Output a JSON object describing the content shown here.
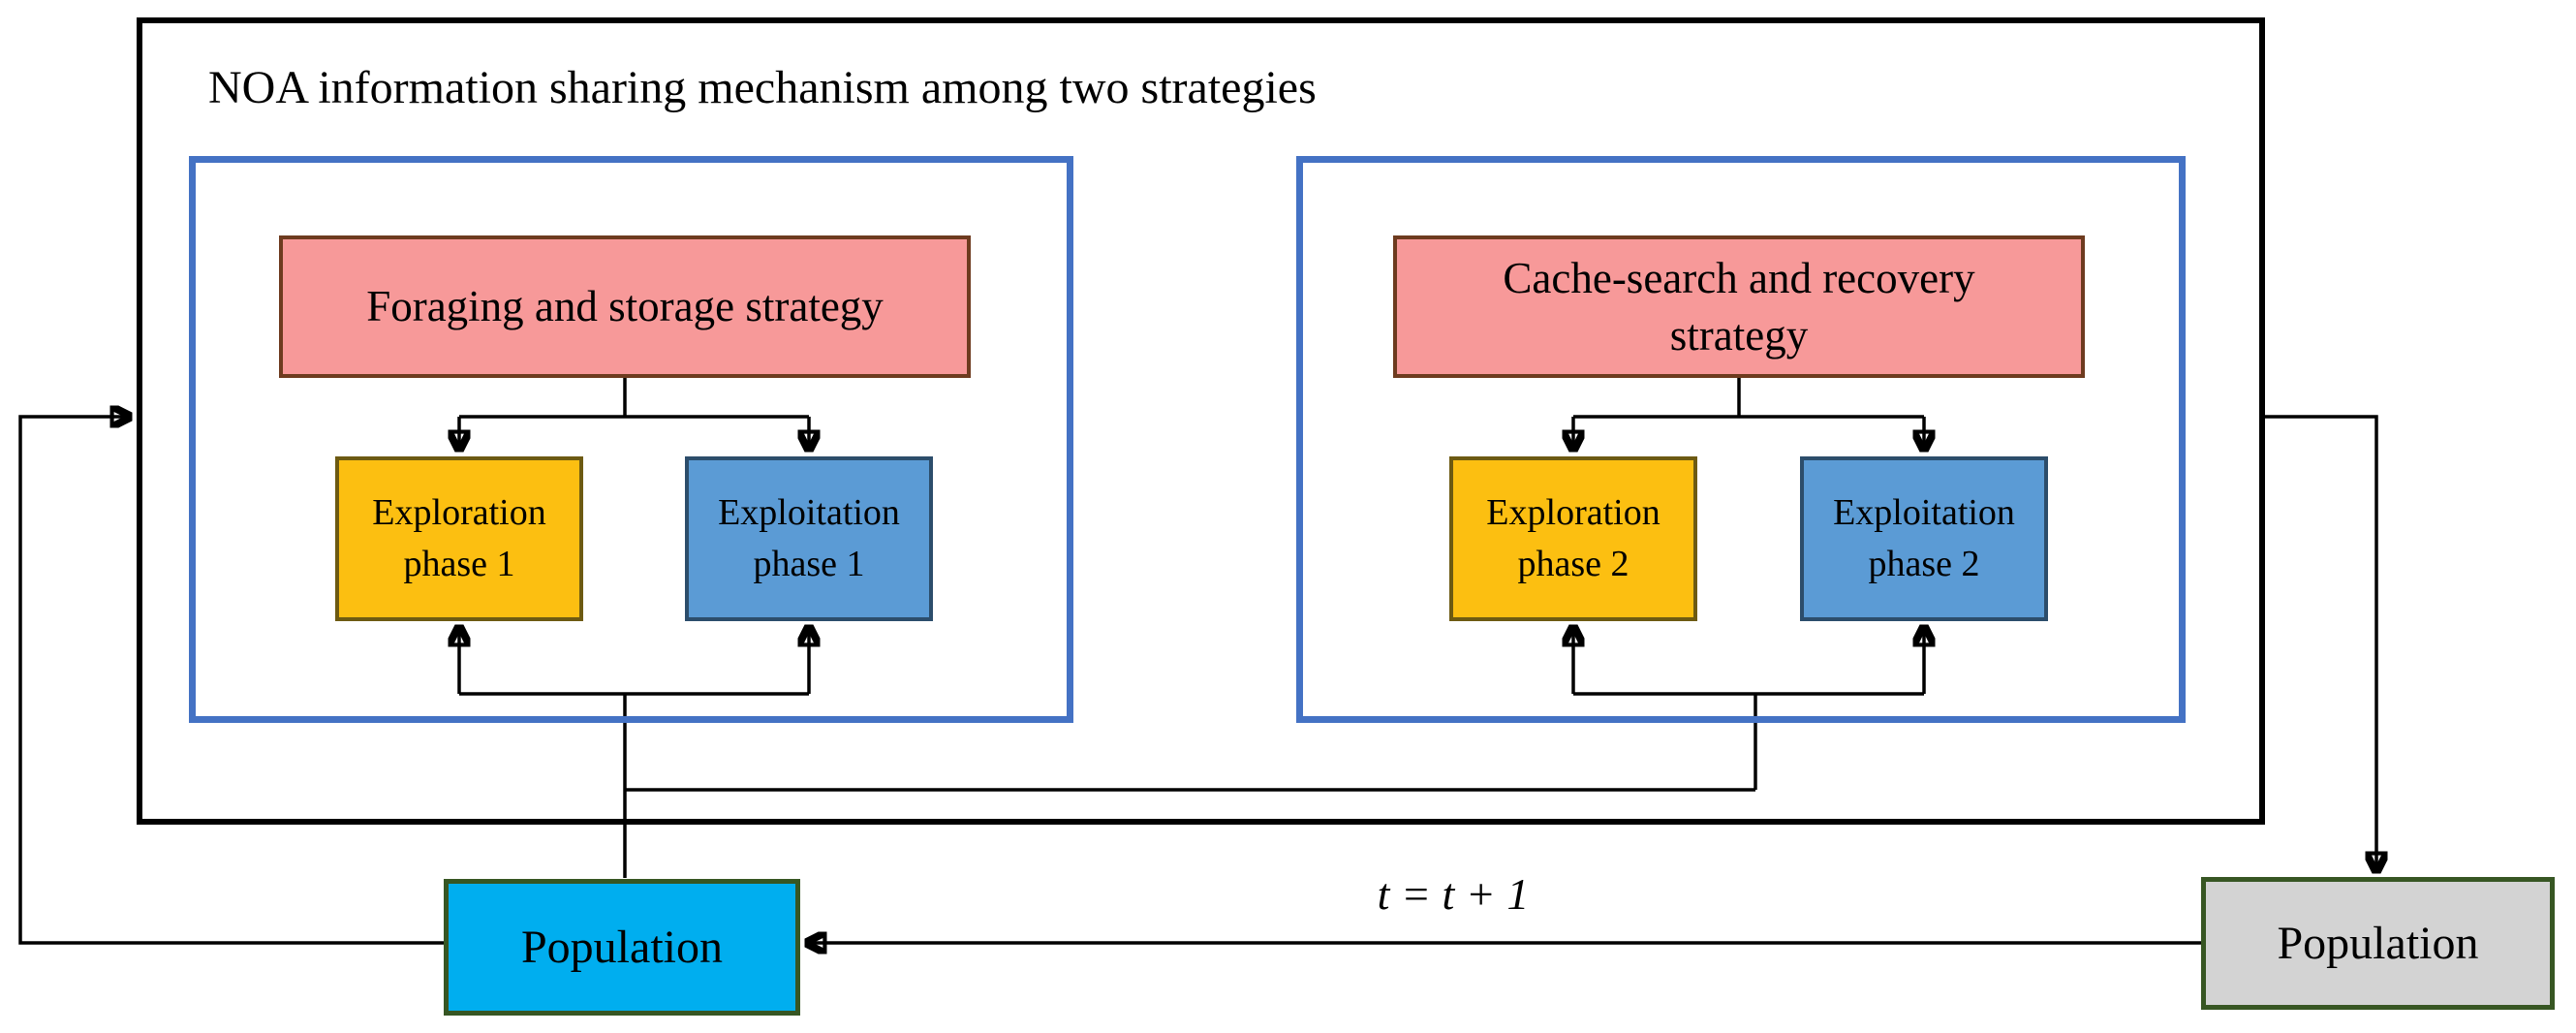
{
  "title": "NOA information sharing mechanism among two strategies",
  "left_group": {
    "strategy": "Foraging and storage strategy",
    "exploration": "Exploration\nphase 1",
    "exploitation": "Exploitation\nphase 1"
  },
  "right_group": {
    "strategy": "Cache-search and recovery\nstrategy",
    "exploration": "Exploration\nphase 2",
    "exploitation": "Exploitation\nphase 2"
  },
  "population_current": {
    "label": "Population"
  },
  "population_next": {
    "label": "Population"
  },
  "iteration_label": "t = t + 1",
  "colors": {
    "outer_border": "#000000",
    "container_border": "#4472C4",
    "strategy_fill": "#F79999",
    "strategy_border": "#6E3B1F",
    "exploration_fill": "#FCBF11",
    "exploration_border": "#6D5A12",
    "exploitation_fill": "#5B9BD5",
    "exploitation_border": "#2C4D6B",
    "population_current_fill": "#00AEEF",
    "population_next_fill": "#D3D3D3",
    "population_border": "#375623",
    "connector": "#000000"
  }
}
